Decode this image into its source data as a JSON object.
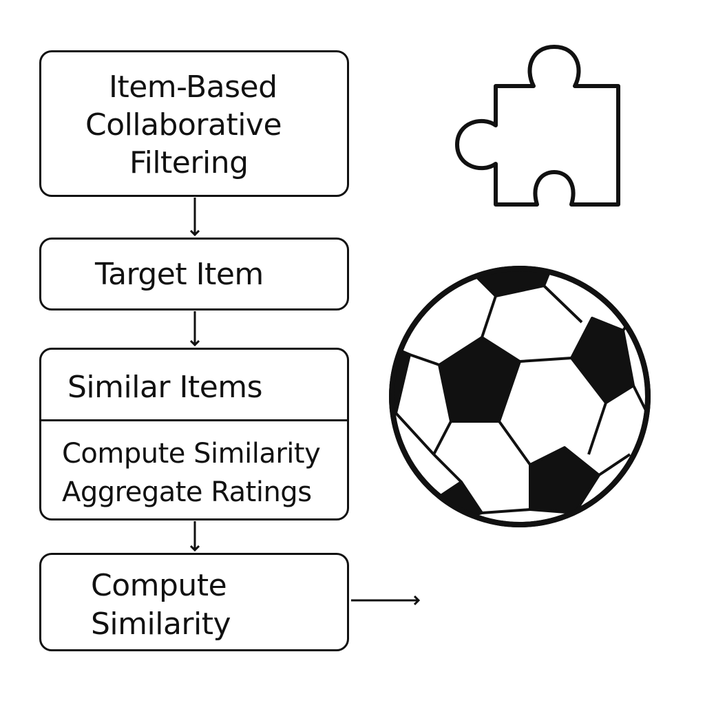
{
  "boxes": {
    "title": [
      "Item-Based",
      "Collaborative",
      "Filtering"
    ],
    "target": "Target Item",
    "similar": {
      "header": "Similar Items",
      "lines": [
        "Compute Similarity",
        "Aggregate Ratings"
      ]
    },
    "compute": [
      "Compute",
      "Similarity"
    ]
  },
  "icons": [
    "puzzle-piece-icon",
    "soccer-ball-icon"
  ]
}
